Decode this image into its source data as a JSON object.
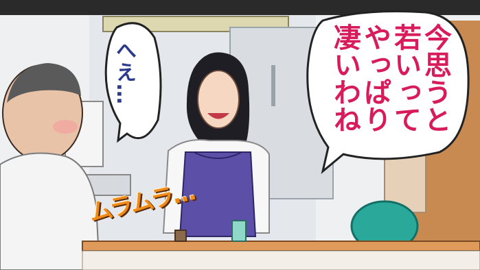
{
  "panel": {
    "speech_left": "へえ…",
    "speech_right": "今思うと\n若いって\nやっぱり\n凄いわね",
    "sound_effect": "ムラムラ…"
  },
  "colors": {
    "speech_left": "#2b3a8a",
    "speech_right": "#d81b5a",
    "sound_effect": "#f08a18",
    "apron": "#5b4fa8",
    "counter": "#d98a4a"
  }
}
